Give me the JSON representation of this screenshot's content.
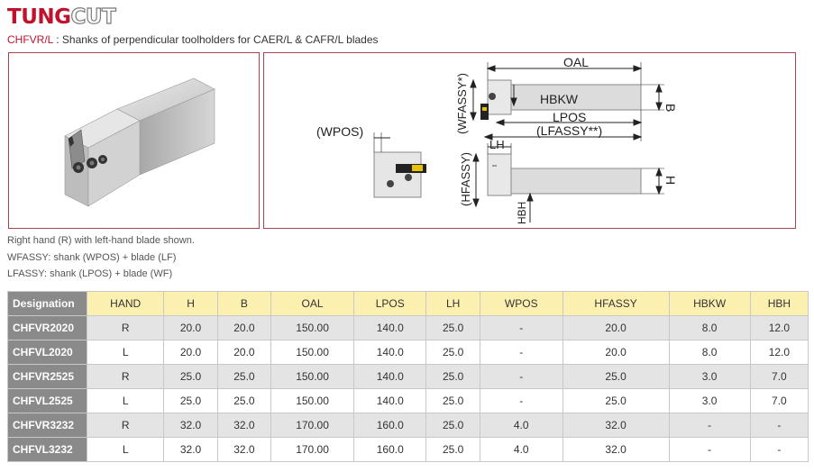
{
  "logo": {
    "tung": "TUNG",
    "cut": "CUT"
  },
  "subtitle": {
    "code": "CHFVR/L",
    "text": " : Shanks of perpendicular toolholders for CAER/L & CAFR/L blades"
  },
  "drawing_labels": {
    "oal": "OAL",
    "hbkw": "HBKW",
    "b": "B",
    "wfassy": "(WFASSY*)",
    "lpos": "LPOS",
    "lfassy": "(LFASSY**)",
    "wpos": "(WPOS)",
    "lh": "LH",
    "hfassy": "(HFASSY)",
    "h": "H",
    "hbh": "HBH"
  },
  "notes": [
    "Right hand (R) with left-hand blade shown.",
    "WFASSY: shank (WPOS) + blade (LF)",
    "LFASSY: shank (LPOS) + blade (WF)"
  ],
  "table": {
    "headers": [
      "Designation",
      "HAND",
      "H",
      "B",
      "OAL",
      "LPOS",
      "LH",
      "WPOS",
      "HFASSY",
      "HBKW",
      "HBH"
    ],
    "rows": [
      [
        "CHFVR2020",
        "R",
        "20.0",
        "20.0",
        "150.00",
        "140.0",
        "25.0",
        "-",
        "20.0",
        "8.0",
        "12.0"
      ],
      [
        "CHFVL2020",
        "L",
        "20.0",
        "20.0",
        "150.00",
        "140.0",
        "25.0",
        "-",
        "20.0",
        "8.0",
        "12.0"
      ],
      [
        "CHFVR2525",
        "R",
        "25.0",
        "25.0",
        "150.00",
        "140.0",
        "25.0",
        "-",
        "25.0",
        "3.0",
        "7.0"
      ],
      [
        "CHFVL2525",
        "L",
        "25.0",
        "25.0",
        "150.00",
        "140.0",
        "25.0",
        "-",
        "25.0",
        "3.0",
        "7.0"
      ],
      [
        "CHFVR3232",
        "R",
        "32.0",
        "32.0",
        "170.00",
        "160.0",
        "25.0",
        "4.0",
        "32.0",
        "-",
        "-"
      ],
      [
        "CHFVL3232",
        "L",
        "32.0",
        "32.0",
        "170.00",
        "160.0",
        "25.0",
        "4.0",
        "32.0",
        "-",
        "-"
      ]
    ]
  }
}
